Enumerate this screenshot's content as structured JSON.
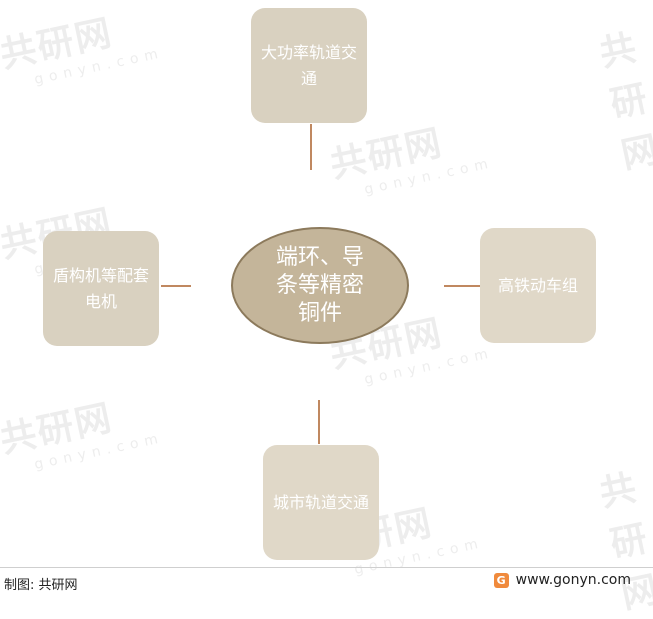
{
  "watermark": {
    "brand": "共研网",
    "site": "gonyn.com"
  },
  "center": {
    "label": "端环、导条等精密铜件"
  },
  "nodes": {
    "top": "大功率轨道交通",
    "left": "盾构机等配套电机",
    "right": "高铁动车组",
    "bottom": "城市轨道交通"
  },
  "footer": {
    "source": "制图: 共研网",
    "website": "www.gonyn.com",
    "logo_letter": "G"
  },
  "colors": {
    "center_fill": "#c4b59a",
    "center_border": "#8c7a5c",
    "node_fill": "#d9d1c0",
    "connector": "#c08860",
    "logo": "#f08a3c"
  }
}
